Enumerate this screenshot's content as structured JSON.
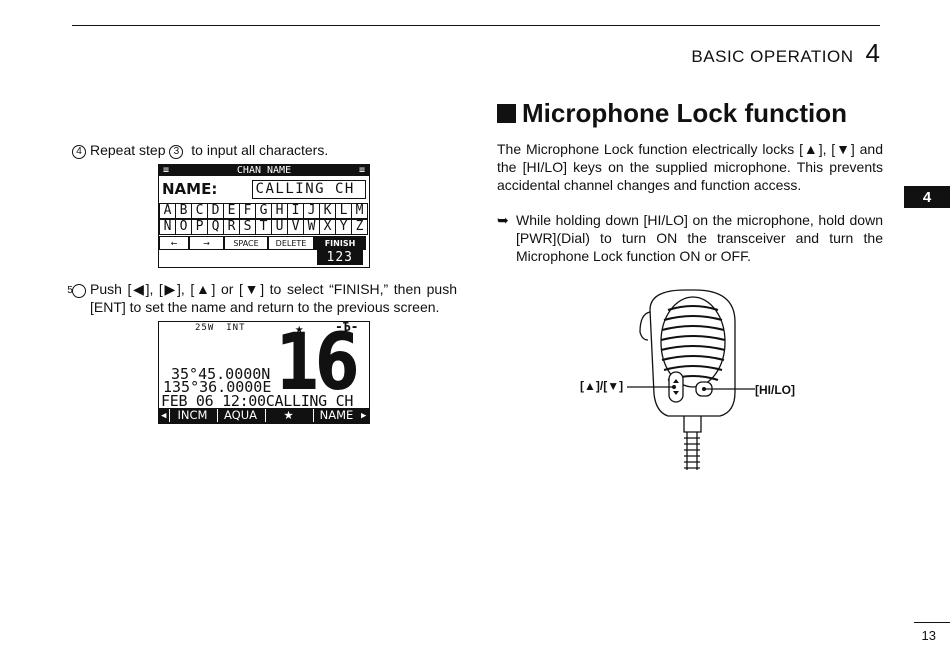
{
  "header": {
    "section_title": "BASIC OPERATION",
    "section_number": "4"
  },
  "side_tab": "4",
  "page_number": "13",
  "left": {
    "step4": {
      "num": "4",
      "text_a": "Repeat step ",
      "ref": "3",
      "text_b": " to input all characters."
    },
    "lcd1": {
      "menu_icon_left": "≡",
      "title": "CHAN NAME",
      "menu_icon_right": "≡",
      "name_label": "NAME:",
      "name_value": "CALLING CH",
      "row1": [
        "A",
        "B",
        "C",
        "D",
        "E",
        "F",
        "G",
        "H",
        "I",
        "J",
        "K",
        "L",
        "M"
      ],
      "row2": [
        "N",
        "O",
        "P",
        "Q",
        "R",
        "S",
        "T",
        "U",
        "V",
        "W",
        "X",
        "Y",
        "Z"
      ],
      "soft_left": "←",
      "soft_right": "→",
      "soft_space": "SPACE",
      "soft_delete": "DELETE",
      "soft_finish": "FINISH",
      "count": "123"
    },
    "step5": {
      "num": "5",
      "text": "Push [◀], [▶], [▲] or [▼] to select “FINISH,” then push [ENT] to set the name and return to the previous screen."
    },
    "lcd2": {
      "power": "25W",
      "mode": "INT",
      "star_icon": "★",
      "dual_icon": "-Ѣ-",
      "channel": "16",
      "latitude": "35°45.0000N",
      "longitude": "135°36.0000E",
      "info": "FEB 06 12:00CALLING CH",
      "arrow_left": "◀",
      "softkeys": [
        "INCM",
        "AQUA",
        "★",
        "NAME"
      ],
      "arrow_right": "▶"
    }
  },
  "right": {
    "heading": "Microphone Lock function",
    "intro": "The Microphone Lock function electrically locks [▲], [▼] and the [HI/LO] keys on the supplied microphone. This prevents accidental channel changes and function access.",
    "bullet_mark": "➥",
    "bullet": "While holding down [HI/LO] on the microphone, hold down [PWR](Dial) to turn ON the transceiver and turn the Microphone Lock function ON or OFF.",
    "label_arrows": "[▲]/[▼]",
    "label_hilo": "[HI/LO]"
  }
}
